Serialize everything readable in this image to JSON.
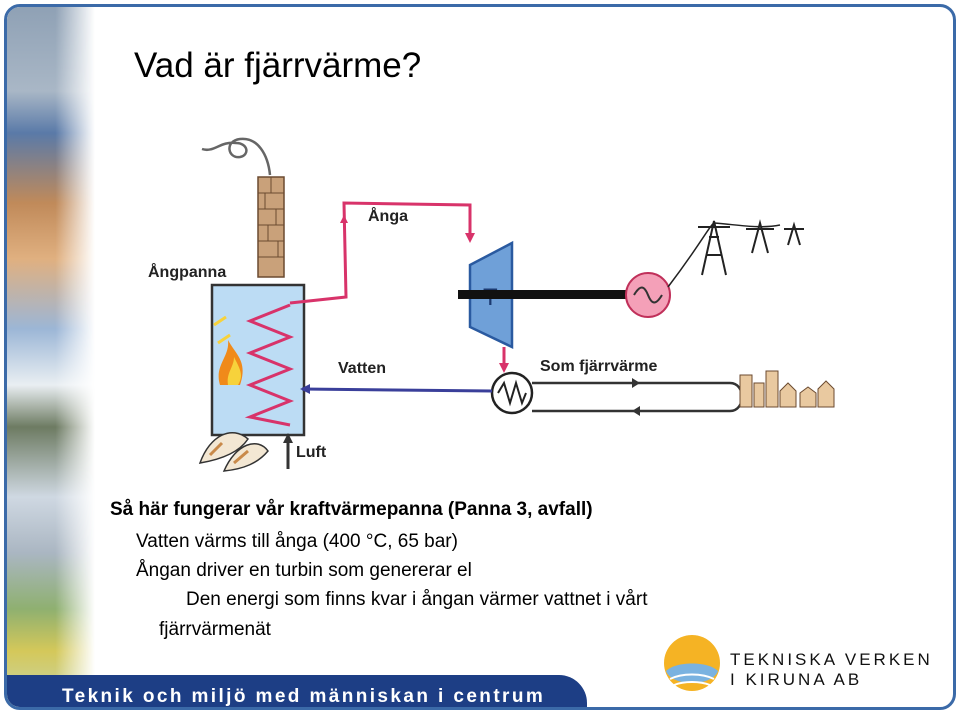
{
  "slide": {
    "title": "Vad är fjärrvärme?",
    "heading": "Så här fungerar vår kraftvärmepanna (Panna 3, avfall)",
    "lines": [
      "Vatten värms till ånga (400 °C, 65 bar)",
      "Ångan driver en turbin som genererar el",
      "Den energi som finns kvar i ångan värmer vattnet i vårt",
      "fjärrvärmenät"
    ]
  },
  "diagram": {
    "labels": {
      "boiler": "Ångpanna",
      "steam": "Ånga",
      "turbine": "T",
      "water": "Vatten",
      "district_heating": "Som fjärrvärme",
      "air": "Luft"
    },
    "colors": {
      "steam": "#d8336a",
      "water": "#3a3f9a",
      "turbine": "#6fa0d8",
      "generator": "#f4a0b8"
    }
  },
  "footer": {
    "slogan": "Teknik och miljö med människan i centrum",
    "company_line1": "TEKNISKA VERKEN",
    "company_line2": "I KIRUNA AB",
    "bar_color": "#1d3e85"
  }
}
